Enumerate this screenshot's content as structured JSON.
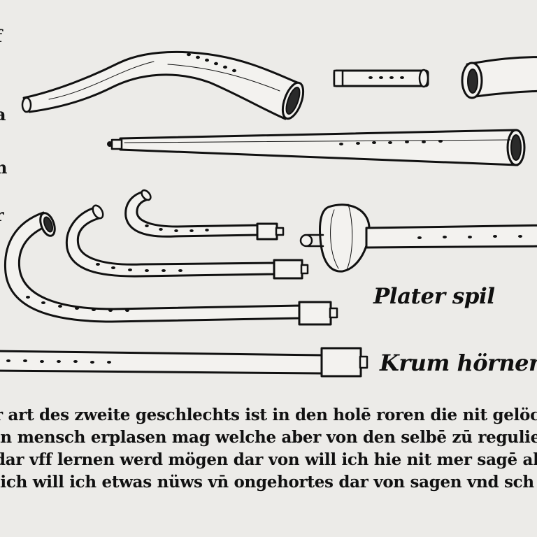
{
  "margin_letters": [
    "f",
    "a",
    "n",
    "r"
  ],
  "labels": {
    "plater": "Plater spil",
    "krum": "Krum hörner"
  },
  "text_lines": [
    "r art des zweite geschlechts ist in den holē roren die nit gelöche",
    "in mensch erplasen mag welche aber von den selbē zū regulierē",
    "dar vff lernen werd mögen dar von will ich hie nit mer sagē al",
    "lich will ich etwas nüws vn̄ ongehortes dar von sagen vnd sch"
  ],
  "figures": [
    "horn-instrument",
    "small-pipe",
    "horn-bell-fragment",
    "long-pipe",
    "krumhorn-small",
    "krumhorn-medium",
    "krumhorn-large",
    "krumhorn-long",
    "platerspiel-bladder-pipe"
  ]
}
